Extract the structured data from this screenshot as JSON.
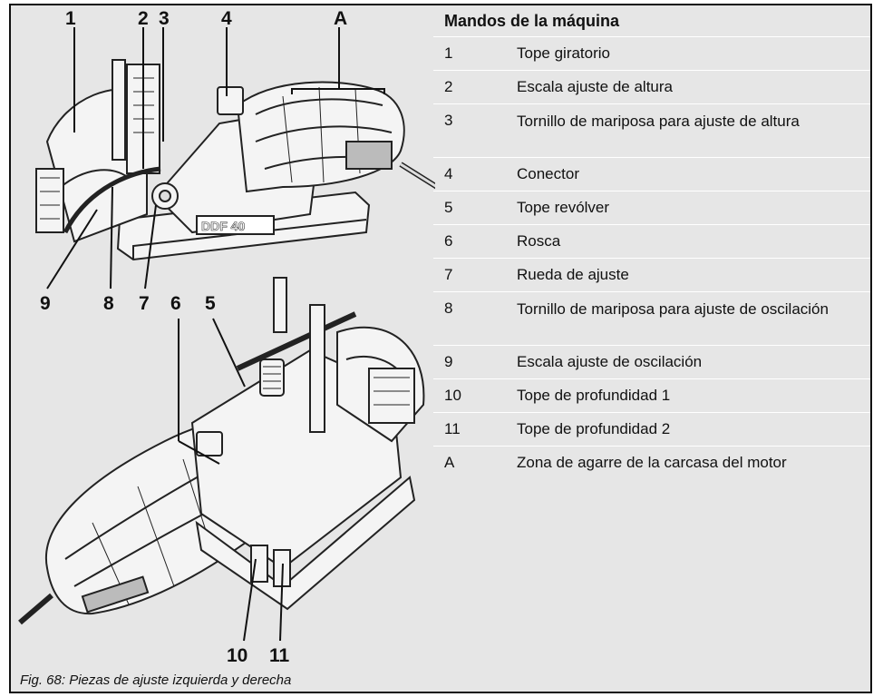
{
  "table": {
    "title": "Mandos de la máquina",
    "rows": [
      {
        "num": "1",
        "text": "Tope giratorio"
      },
      {
        "num": "2",
        "text": "Escala ajuste de altura"
      },
      {
        "num": "3",
        "text": "Tornillo de mariposa para ajuste de altura"
      },
      {
        "num": "4",
        "text": "Conector"
      },
      {
        "num": "5",
        "text": "Tope revólver"
      },
      {
        "num": "6",
        "text": "Rosca"
      },
      {
        "num": "7",
        "text": "Rueda de ajuste"
      },
      {
        "num": "8",
        "text": "Tornillo de mariposa para ajuste de oscilación"
      },
      {
        "num": "9",
        "text": "Escala ajuste de oscilación"
      },
      {
        "num": "10",
        "text": "Tope de profundidad 1"
      },
      {
        "num": "11",
        "text": "Tope de profundidad 2"
      },
      {
        "num": "A",
        "text": "Zona de agarre de la carcasa del motor"
      }
    ]
  },
  "figure": {
    "callouts": {
      "c1": "1",
      "c2": "2",
      "c3": "3",
      "c4": "4",
      "cA": "A",
      "c9": "9",
      "c8": "8",
      "c7": "7",
      "c6": "6",
      "c5": "5",
      "c10": "10",
      "c11": "11"
    },
    "machine_label": "DDF 40",
    "caption": "Fig. 68: Piezas de ajuste izquierda y derecha"
  }
}
